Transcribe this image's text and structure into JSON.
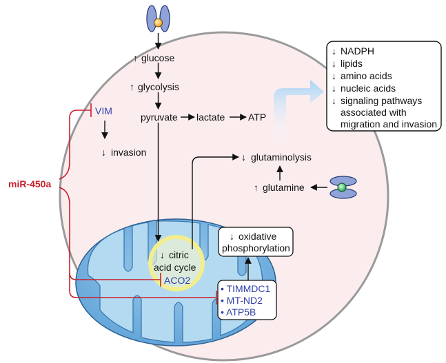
{
  "regulator": "miR-450a",
  "vim_pathway": {
    "target": "VIM",
    "effect": "invasion",
    "effect_arrow": "↓"
  },
  "glucose_pathway": {
    "glucose": "glucose",
    "glucose_arrow": "↑",
    "glycolysis": "glycolysis",
    "glycolysis_arrow": "↑",
    "pyruvate": "pyruvate",
    "lactate": "lactate",
    "atp": "ATP"
  },
  "glutamine_pathway": {
    "glutaminolysis": "glutaminolysis",
    "glutaminolysis_arrow": "↓",
    "glutamine": "glutamine",
    "glutamine_arrow": "↑"
  },
  "mitochondrion": {
    "cycle_line1": "citric",
    "cycle_line2": "acid cycle",
    "cycle_arrow": "↓",
    "aco2": "ACO2",
    "oxphos_line1": "oxidative",
    "oxphos_line2": "phosphorylation",
    "oxphos_arrow": "↓",
    "targets": [
      "• TIMMDC1",
      "• MT-ND2",
      "• ATP5B"
    ]
  },
  "outcomes": {
    "arrow": "↓",
    "items": [
      "NADPH",
      "lipids",
      "amino acids",
      "nucleic acids",
      "signaling pathways"
    ],
    "continuation": [
      "associated with",
      "migration and invasion"
    ]
  },
  "colors": {
    "cell_fill": "#fbecee",
    "cell_stroke": "#9a9a9a",
    "mito_fill": "#7ab7e3",
    "mito_inner": "#b4daf2",
    "inhibition": "#c8202c",
    "target_text": "#2f3fa8",
    "outcome_arrow": "#cfe8fa",
    "transporter": "#8fa3d8"
  },
  "icons": [
    "glucose-transporter-icon",
    "glutamine-transporter-icon",
    "cycle-arrows-icon"
  ]
}
